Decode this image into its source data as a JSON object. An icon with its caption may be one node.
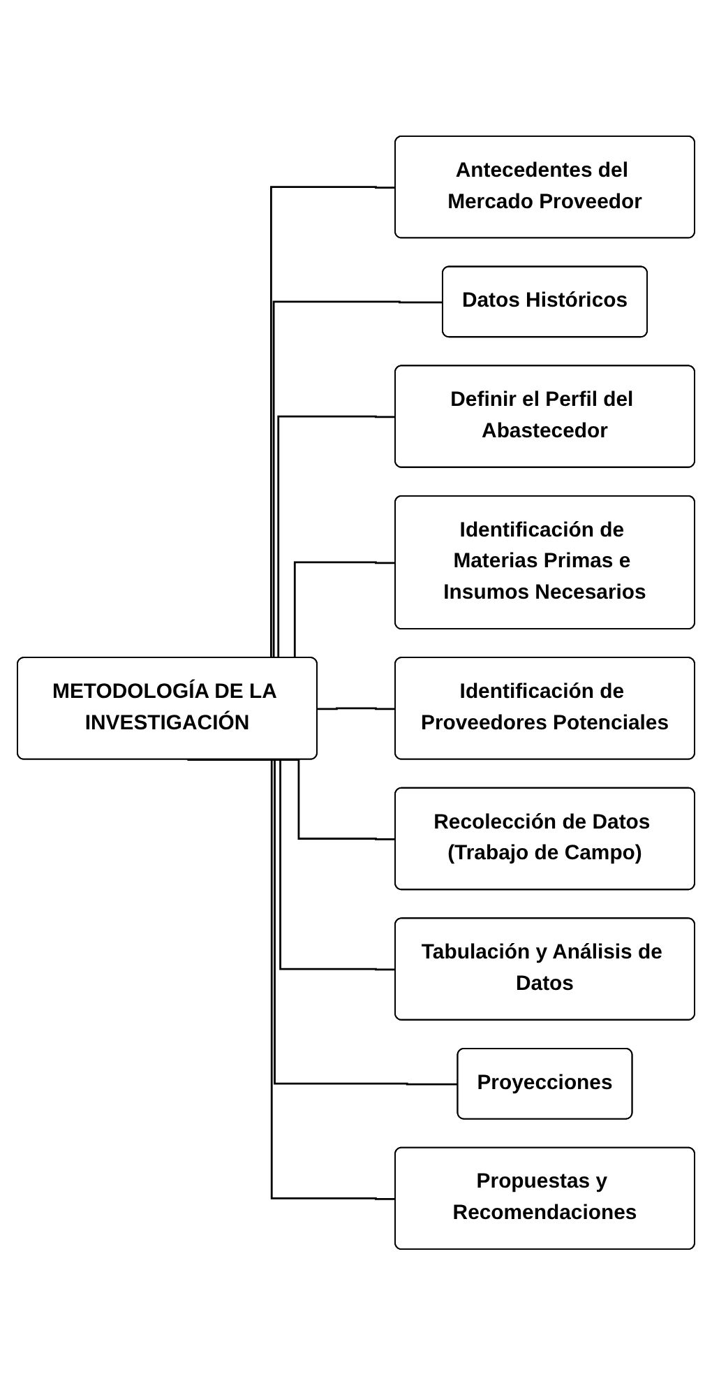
{
  "diagram": {
    "nodes": [
      {
        "text": [
          "METODOLOGÍA DE LA INVESTIGACIÓN"
        ]
      },
      {
        "text": [
          "Antecedentes del Mercado Proveedor"
        ]
      },
      {
        "text": [
          "Datos Históricos"
        ]
      },
      {
        "text": [
          "Definir el Perfil del Abastecedor"
        ]
      },
      {
        "text": [
          "Identificación de Materias Primas e Insumos Necesarios"
        ]
      },
      {
        "text": [
          "Identificación de Proveedores Potenciales"
        ]
      },
      {
        "text": [
          "Recolección de Datos (Trabajo de Campo)"
        ]
      },
      {
        "text": [
          "Tabulación y Análisis de Datos"
        ]
      },
      {
        "text": [
          "Proyecciones"
        ]
      },
      {
        "text": [
          "Propuestas y Recomendaciones"
        ]
      }
    ],
    "edges": [
      {
        "from": 0,
        "to": 1,
        "arrow": "none"
      },
      {
        "from": 0,
        "to": 2,
        "arrow": "none"
      },
      {
        "from": 0,
        "to": 3,
        "arrow": "none"
      },
      {
        "from": 0,
        "to": 4,
        "arrow": "none"
      },
      {
        "from": 0,
        "to": 5,
        "arrow": "none"
      },
      {
        "from": 0,
        "to": 6,
        "arrow": "none"
      },
      {
        "from": 0,
        "to": 7,
        "arrow": "none"
      },
      {
        "from": 0,
        "to": 8,
        "arrow": "none"
      },
      {
        "from": 0,
        "to": 9,
        "arrow": "none"
      }
    ]
  }
}
